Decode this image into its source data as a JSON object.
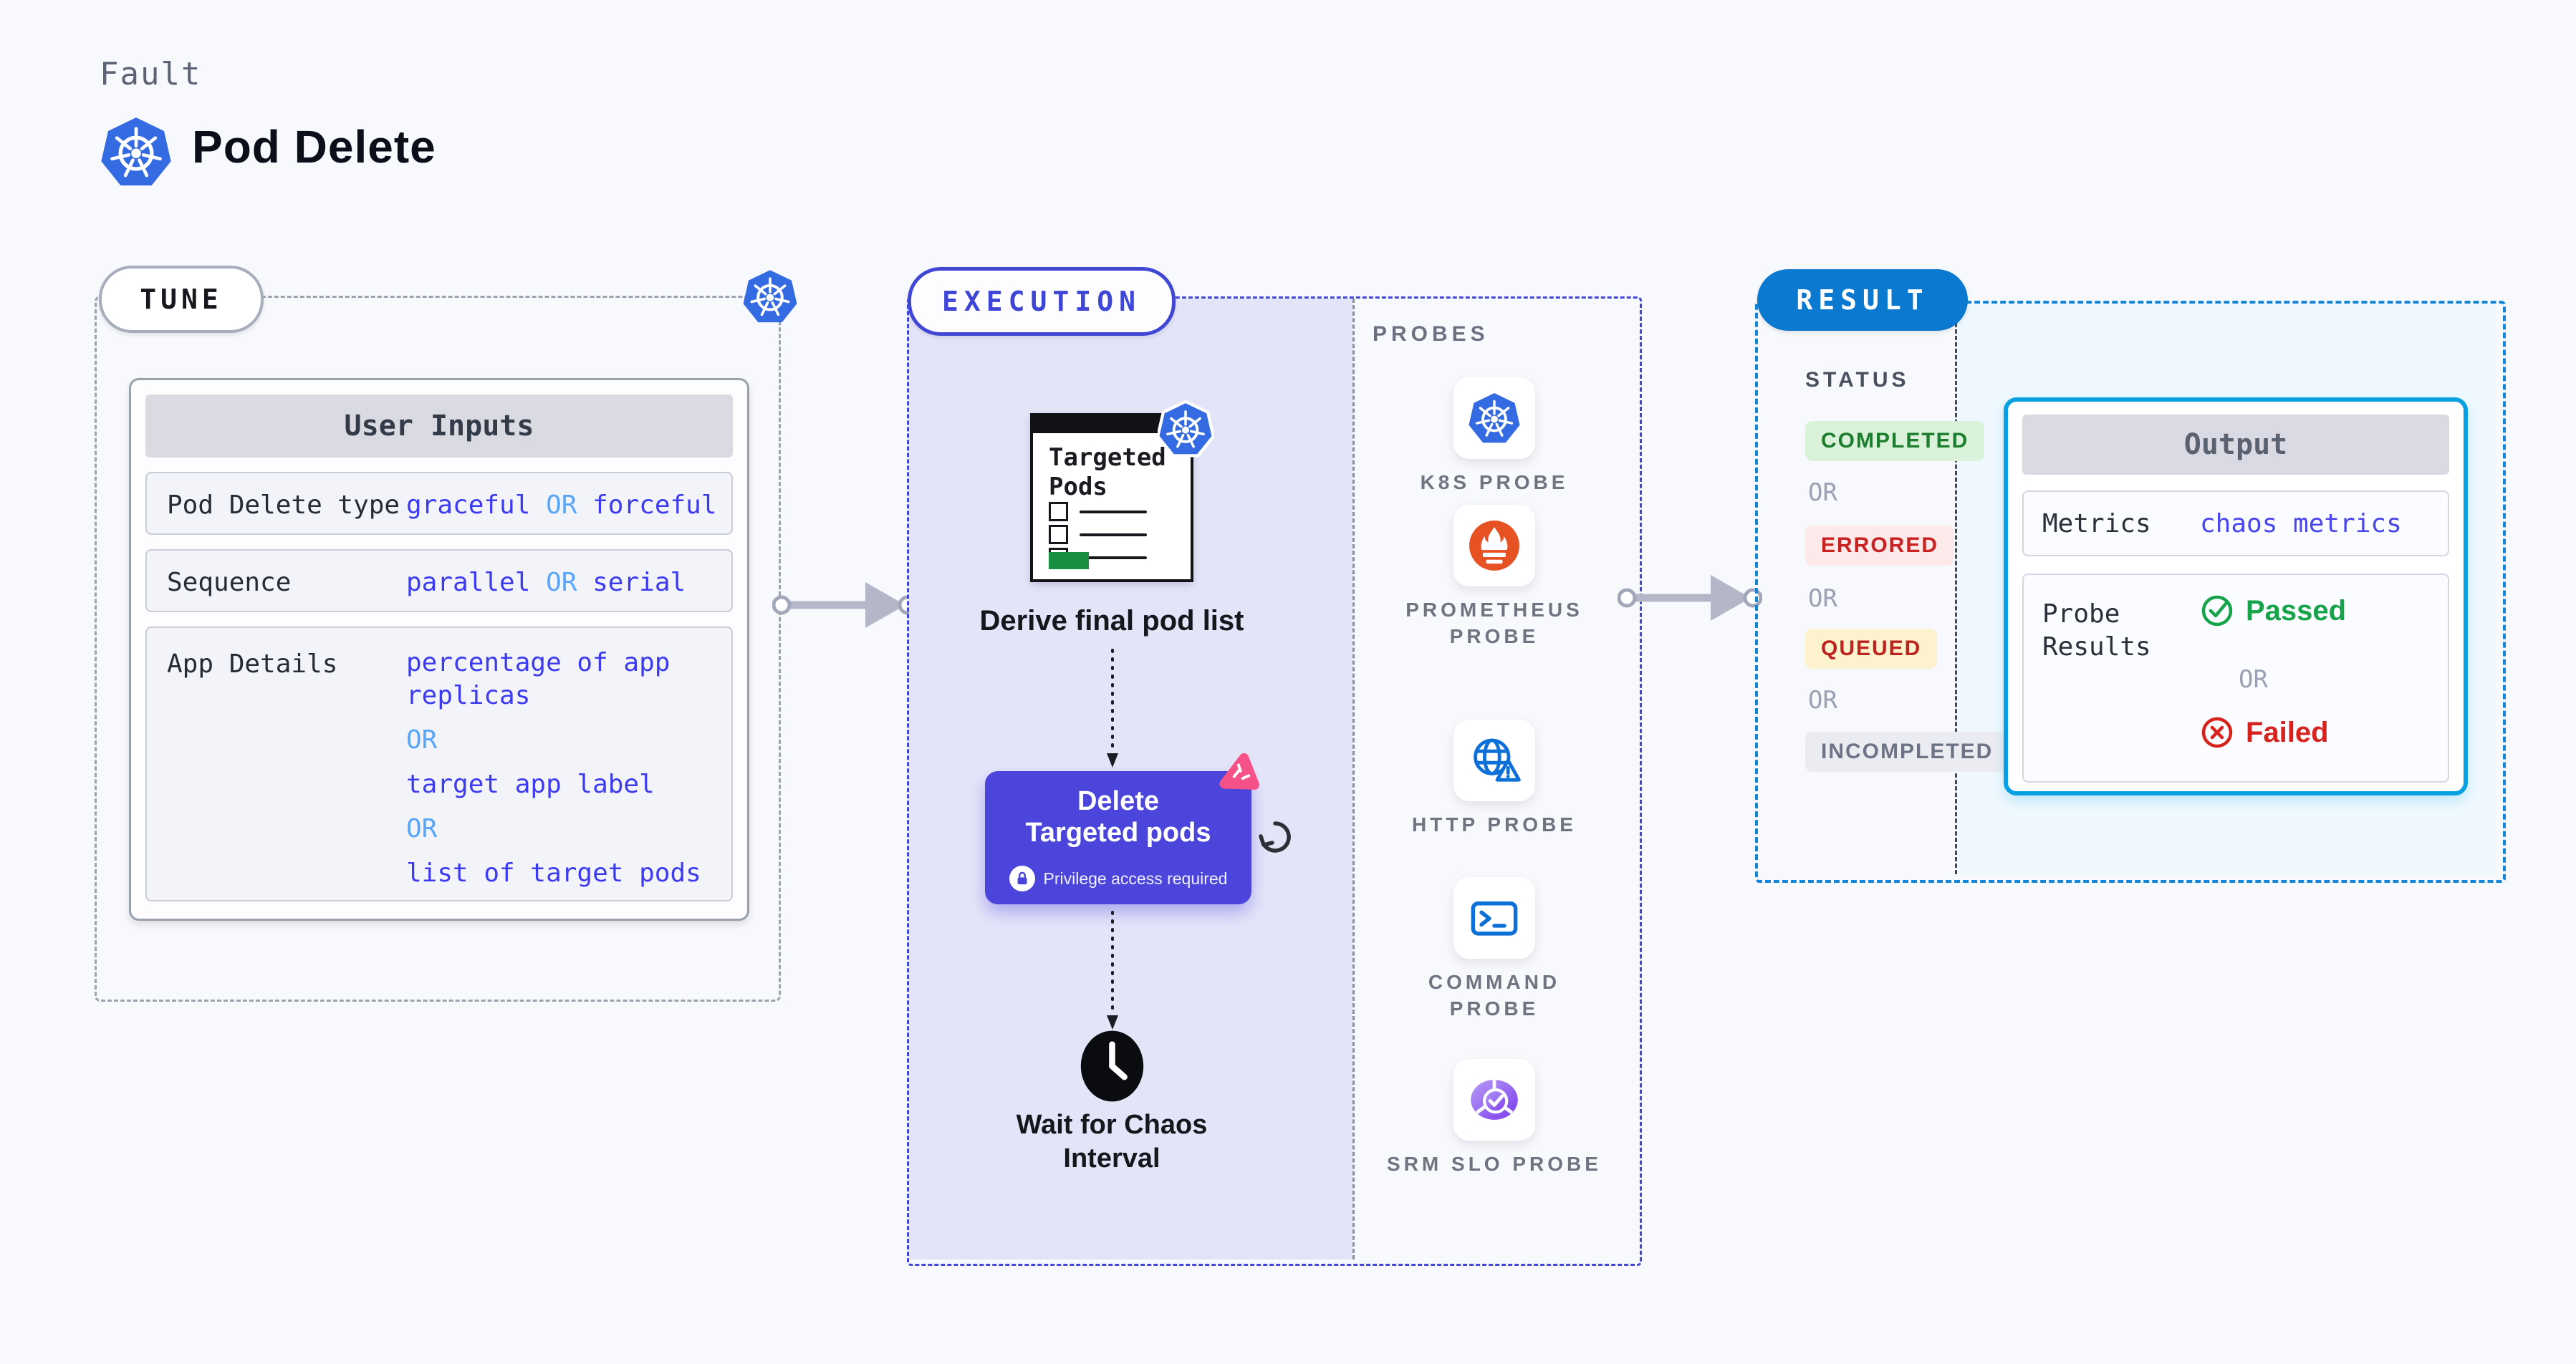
{
  "header": {
    "eyebrow": "Fault",
    "title": "Pod Delete"
  },
  "tune": {
    "label": "TUNE",
    "user_inputs_header": "User Inputs",
    "row1": {
      "label": "Pod Delete type",
      "opt1": "graceful",
      "or": "OR",
      "opt2": "forceful"
    },
    "row2": {
      "label": "Sequence",
      "opt1": "parallel",
      "or": "OR",
      "opt2": "serial"
    },
    "row3": {
      "label": "App Details",
      "opt1": "percentage of app replicas",
      "or1": "OR",
      "opt2": "target app label",
      "or2": "OR",
      "opt3": "list of target pods"
    }
  },
  "execution": {
    "label": "EXECUTION",
    "targeted_pods_title": "Targeted Pods",
    "derive_label": "Derive final pod list",
    "delete_button": {
      "title": "Delete Targeted pods",
      "privilege_note": "Privilege access required"
    },
    "wait_label": "Wait for Chaos Interval",
    "probes_label": "PROBES",
    "probes": [
      {
        "name": "K8S PROBE"
      },
      {
        "name": "PROMETHEUS PROBE"
      },
      {
        "name": "HTTP PROBE"
      },
      {
        "name": "COMMAND PROBE"
      },
      {
        "name": "SRM SLO PROBE"
      }
    ]
  },
  "result": {
    "label": "RESULT",
    "status_label": "STATUS",
    "or_label": "OR",
    "statuses": [
      {
        "text": "COMPLETED"
      },
      {
        "text": "ERRORED"
      },
      {
        "text": "QUEUED"
      },
      {
        "text": "INCOMPLETED"
      }
    ],
    "output": {
      "header": "Output",
      "metrics_label": "Metrics",
      "metrics_value": "chaos metrics",
      "probe_results_label": "Probe Results",
      "passed": "Passed",
      "or": "OR",
      "failed": "Failed"
    }
  },
  "colors": {
    "page_bg": "#f8f9fc",
    "kubernetes_blue": "#356be2",
    "tune_dash": "#9ba3af",
    "execution_indigo": "#4247d5",
    "execution_bg": "#e4e4f9",
    "delete_button_bg": "#4b45dc",
    "chaos_pink": "#f7518a",
    "result_blue": "#0b79cf",
    "result_dash": "#1486d8",
    "output_border": "#09a0e2",
    "value_blue": "#3d3bef",
    "or_light_blue": "#58a6f8",
    "completed_green": "#1b7d2d",
    "errored_red": "#c92222",
    "queued_amber_bg": "#fcf2cd",
    "passed_green": "#16a34a",
    "failed_red": "#d7231d",
    "prometheus_orange": "#e75225",
    "probe_icon_blue": "#0d6fd8",
    "srm_purple": "#8b5cf6"
  }
}
